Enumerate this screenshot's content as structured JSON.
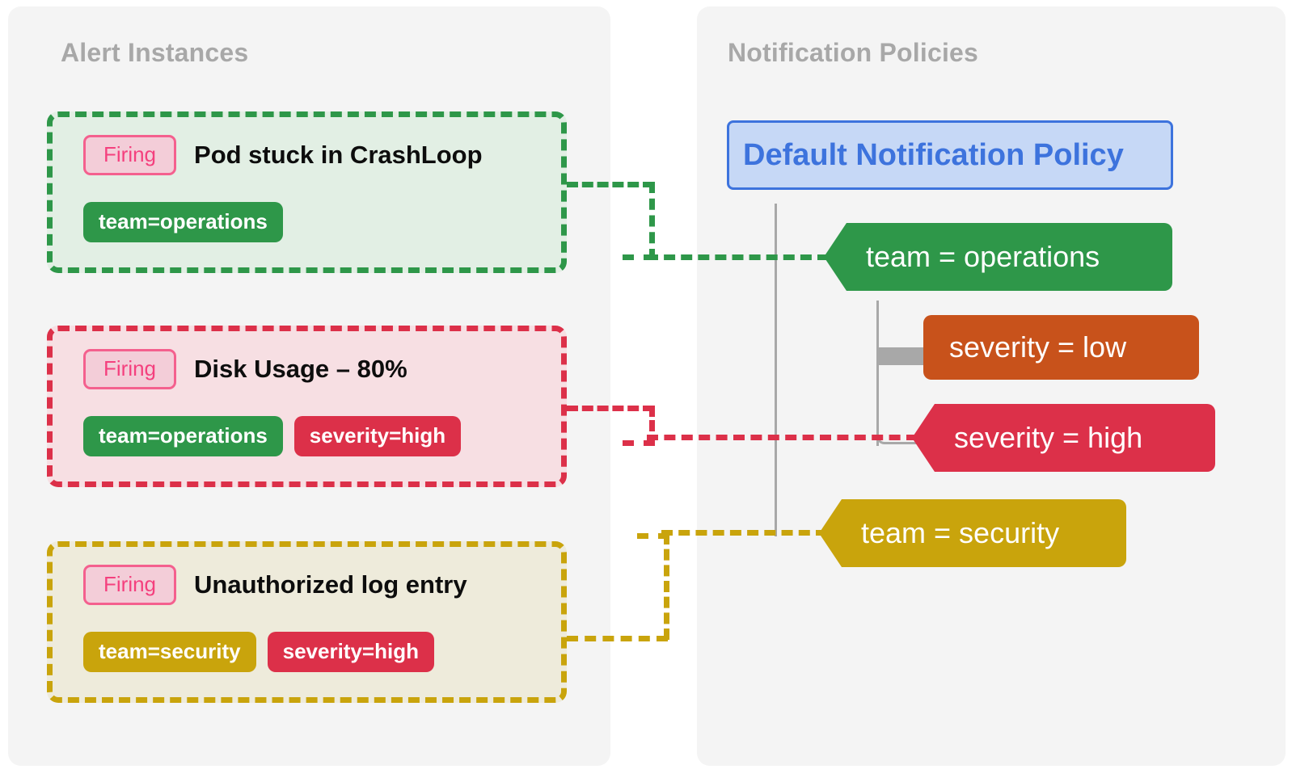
{
  "panels": {
    "left": {
      "title": "Alert Instances"
    },
    "right": {
      "title": "Notification Policies"
    }
  },
  "alerts": [
    {
      "state": "Firing",
      "title": "Pod stuck in CrashLoop",
      "border_color": "#2e9749",
      "background_color": "#e2efe4",
      "labels": [
        {
          "text": "team=operations",
          "color": "#2e9749"
        }
      ]
    },
    {
      "state": "Firing",
      "title": "Disk Usage – 80%",
      "border_color": "#dc3049",
      "background_color": "#f7dfe3",
      "labels": [
        {
          "text": "team=operations",
          "color": "#2e9749"
        },
        {
          "text": "severity=high",
          "color": "#dc3049"
        }
      ]
    },
    {
      "state": "Firing",
      "title": "Unauthorized log entry",
      "border_color": "#c9a40c",
      "background_color": "#eeebdb",
      "labels": [
        {
          "text": "team=security",
          "color": "#c9a40c"
        },
        {
          "text": "severity=high",
          "color": "#dc3049"
        }
      ]
    }
  ],
  "policy_tree": {
    "root": {
      "label": "Default Notification Policy",
      "text_color": "#3d73dd",
      "background_color": "#c6d8f6",
      "border_color": "#3d73dd"
    },
    "matchers": [
      {
        "label": "team = operations",
        "color": "#2e9749",
        "matched": true,
        "depth": 1
      },
      {
        "label": "severity = low",
        "color": "#c8521b",
        "matched": false,
        "depth": 2
      },
      {
        "label": "severity = high",
        "color": "#dc3049",
        "matched": true,
        "depth": 2
      },
      {
        "label": "team = security",
        "color": "#c9a40c",
        "matched": true,
        "depth": 1
      }
    ]
  },
  "connections": [
    {
      "from": "alert-0",
      "to": "matcher-0",
      "color": "#2e9749"
    },
    {
      "from": "alert-1",
      "to": "matcher-2",
      "color": "#dc3049"
    },
    {
      "from": "alert-2",
      "to": "matcher-3",
      "color": "#c9a40c"
    }
  ],
  "colors": {
    "panel_background": "#f4f4f4",
    "page_background": "#ffffff",
    "panel_title": "#a8a8a8",
    "tree_line": "#a8a8a8",
    "firing_text": "#f4407e",
    "firing_fill": "#f3cdd8",
    "firing_border": "#f4608e",
    "alert_title": "#0d0d0d"
  }
}
